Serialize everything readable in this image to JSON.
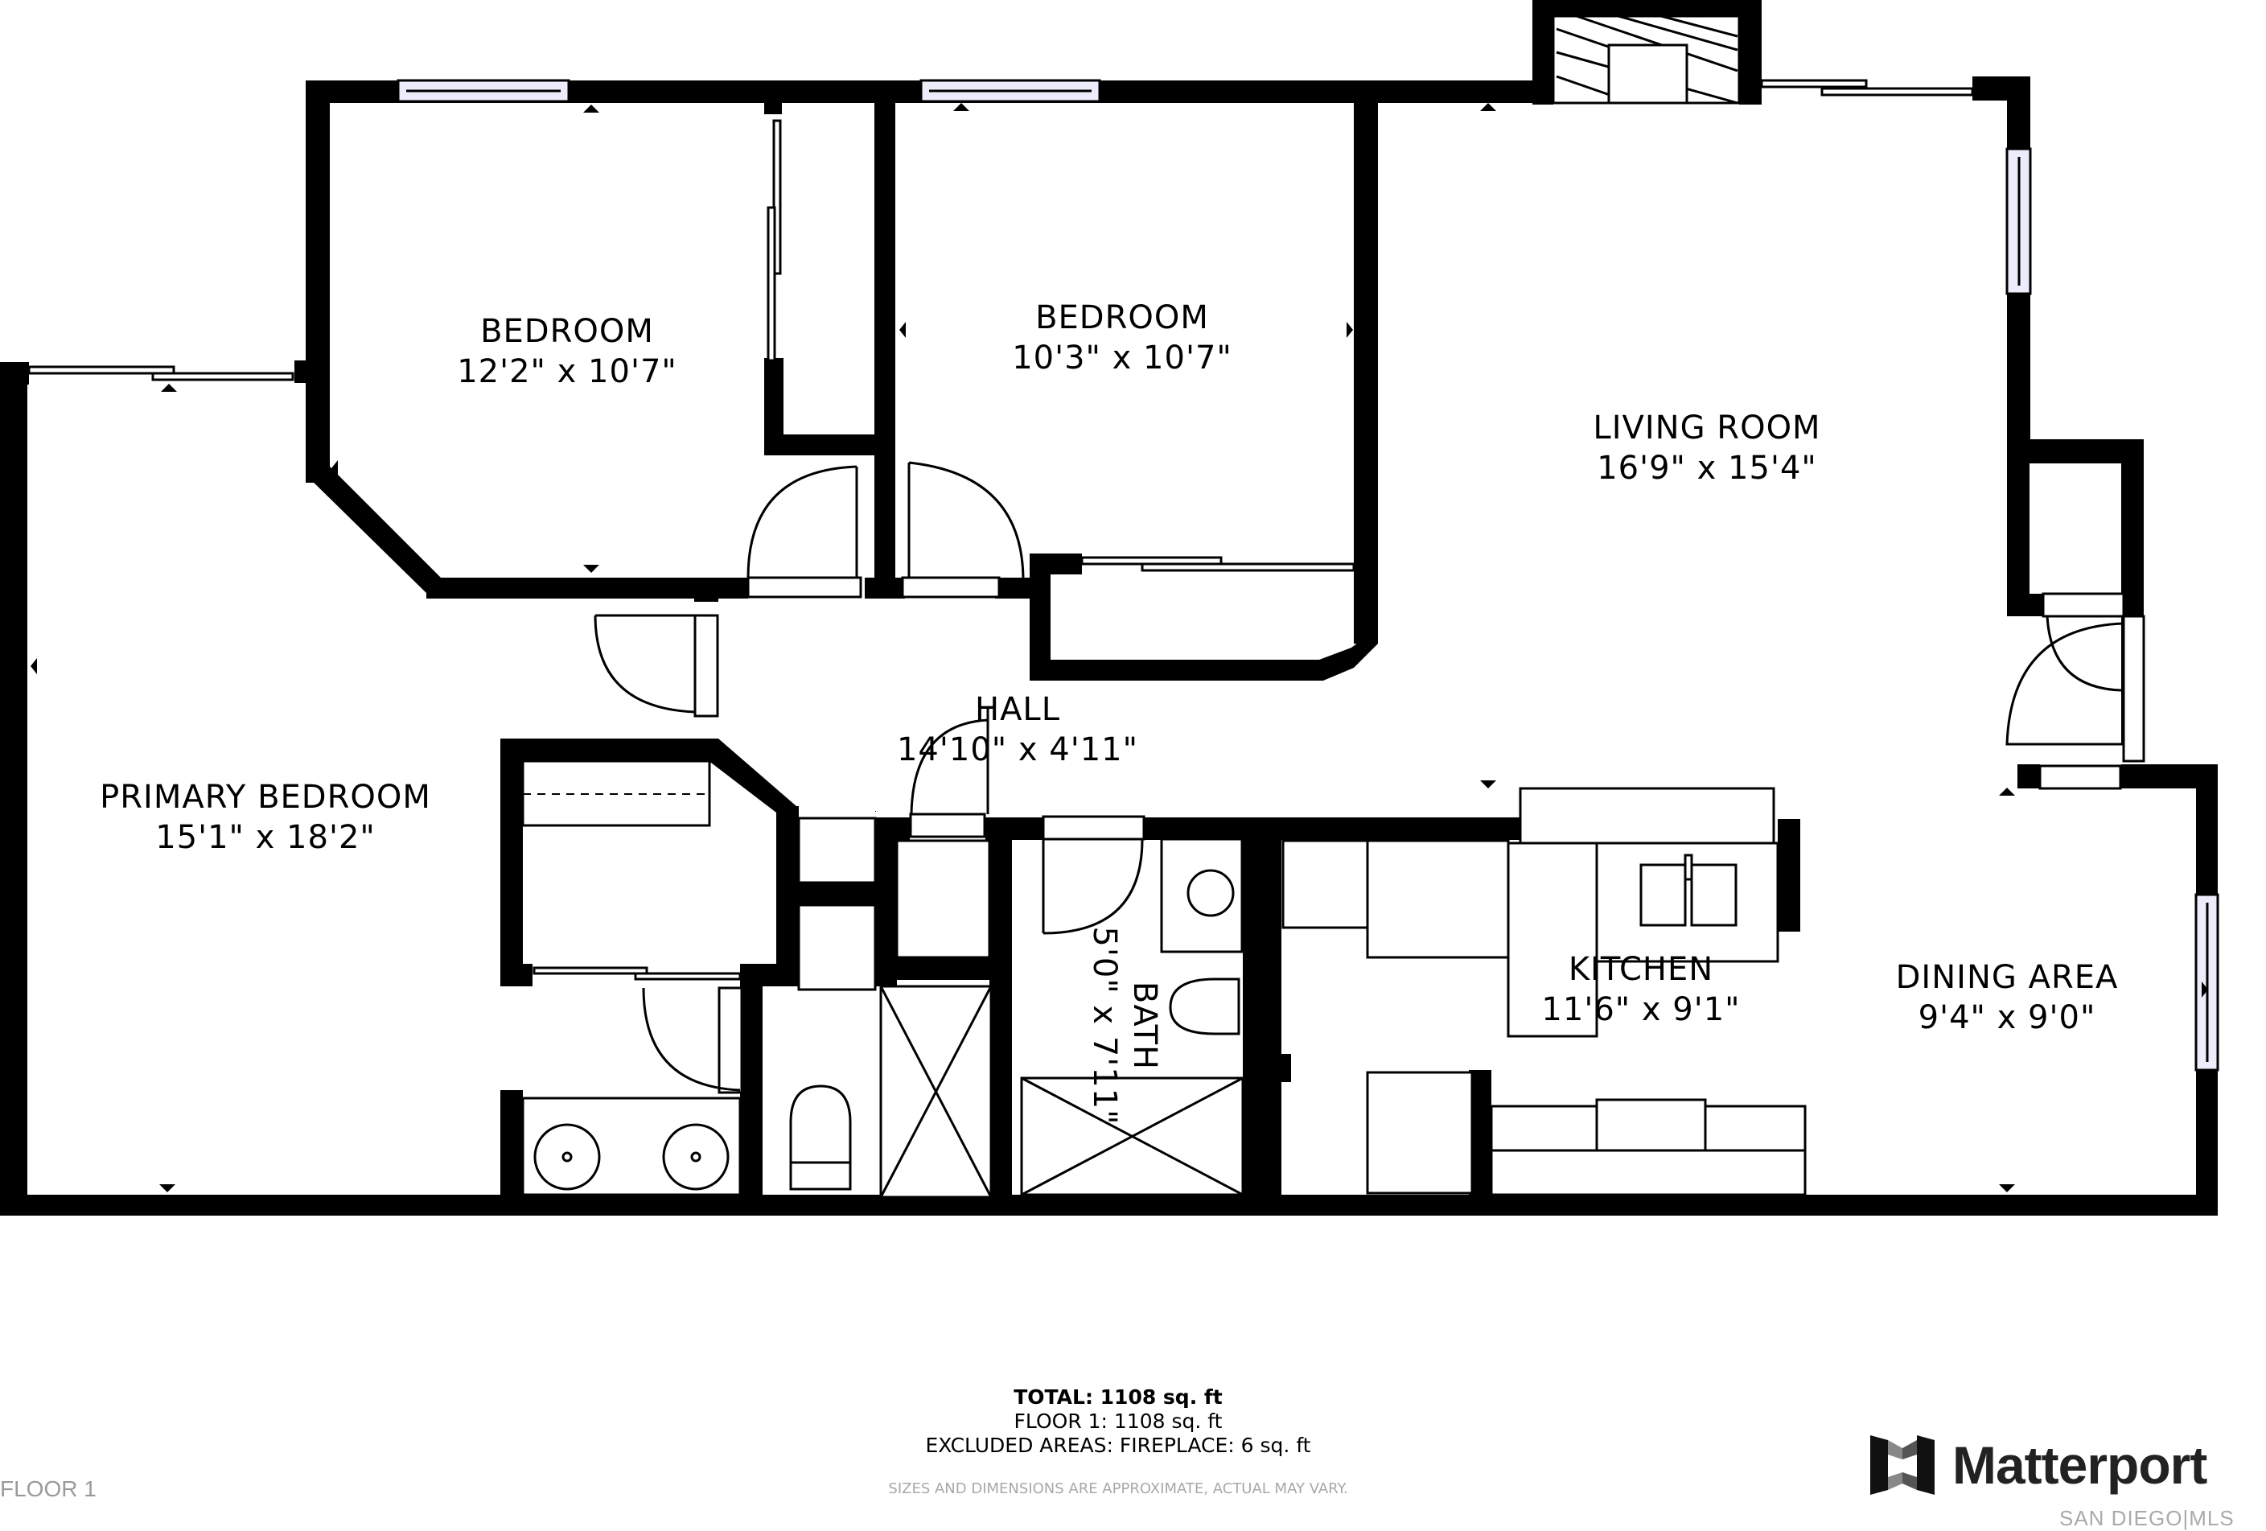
{
  "floor_label": "FLOOR 1",
  "rooms": [
    {
      "name": "BEDROOM",
      "dimensions": "12'2\" x 10'7\""
    },
    {
      "name": "BEDROOM",
      "dimensions": "10'3\" x 10'7\""
    },
    {
      "name": "LIVING ROOM",
      "dimensions": "16'9\" x 15'4\""
    },
    {
      "name": "PRIMARY BEDROOM",
      "dimensions": "15'1\" x 18'2\""
    },
    {
      "name": "HALL",
      "dimensions": "14'10\" x 4'11\""
    },
    {
      "name": "BATH",
      "dimensions": "5'0\" x 7'11\""
    },
    {
      "name": "KITCHEN",
      "dimensions": "11'6\" x 9'1\""
    },
    {
      "name": "DINING AREA",
      "dimensions": "9'4\" x 9'0\""
    }
  ],
  "summary": {
    "total": "TOTAL: 1108 sq. ft",
    "floor1": "FLOOR 1: 1108 sq. ft",
    "excluded": "EXCLUDED AREAS: FIREPLACE: 6 sq. ft",
    "disclaimer": "SIZES AND DIMENSIONS ARE APPROXIMATE, ACTUAL MAY VARY."
  },
  "branding": {
    "name": "Matterport",
    "logo_icon": "matterport-logo-icon",
    "mls": "SAN DIEGO|MLS"
  },
  "colors": {
    "wall": "#000000",
    "window_fill": "#ececfb",
    "muted_text": "#a8a8a8"
  }
}
